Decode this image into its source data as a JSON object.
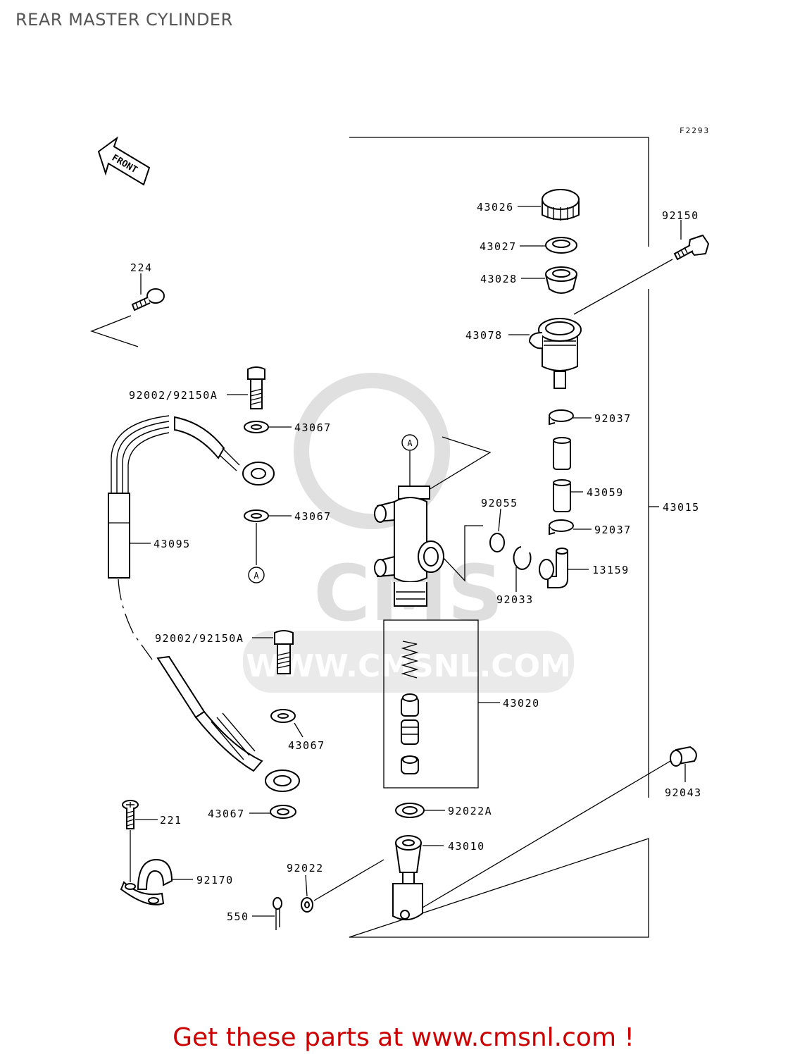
{
  "page": {
    "title": "REAR MASTER CYLINDER"
  },
  "figure_code": "F2293",
  "front_arrow_label": "FRONT",
  "ref_marker": "A",
  "watermark": {
    "brand": "CMS",
    "url": "WWW.CMSNL.COM"
  },
  "parts": [
    {
      "id": "43026"
    },
    {
      "id": "43027"
    },
    {
      "id": "43028"
    },
    {
      "id": "43078"
    },
    {
      "id": "92150"
    },
    {
      "id": "224"
    },
    {
      "id": "92002/92150A"
    },
    {
      "id": "43067"
    },
    {
      "id": "92037"
    },
    {
      "id": "43059"
    },
    {
      "id": "43015"
    },
    {
      "id": "92055"
    },
    {
      "id": "92033"
    },
    {
      "id": "13159"
    },
    {
      "id": "43095"
    },
    {
      "id": "43020"
    },
    {
      "id": "92043"
    },
    {
      "id": "221"
    },
    {
      "id": "92022A"
    },
    {
      "id": "43010"
    },
    {
      "id": "92170"
    },
    {
      "id": "92022"
    },
    {
      "id": "550"
    }
  ],
  "footer": {
    "text": "Get these parts at www.cmsnl.com !"
  },
  "colors": {
    "title": "#555555",
    "footer": "#cc0000",
    "line": "#000000",
    "watermark": "#d9d9d9"
  }
}
